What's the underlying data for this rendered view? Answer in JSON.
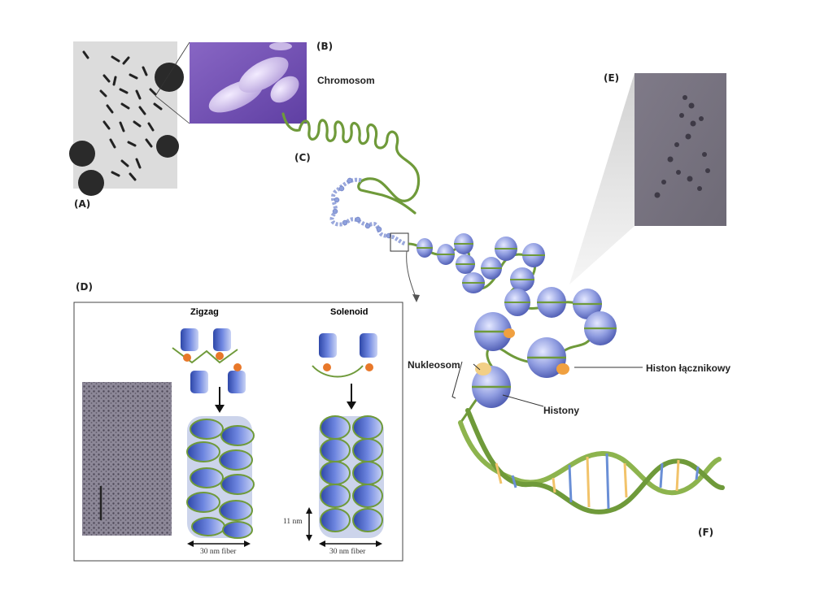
{
  "panels": {
    "a": "(A)",
    "b": "(B)",
    "c": "(C)",
    "d": "(D)",
    "e": "(E)",
    "f": "(F)"
  },
  "labels": {
    "chromosome": "Chromosom",
    "nucleosome": "Nukleosom",
    "linker_histone": "Histon łącznikowy",
    "histones": "Histony"
  },
  "panel_d": {
    "zigzag": "Zigzag",
    "solenoid": "Solenoid",
    "fiber_left": "30 nm fiber",
    "fiber_right": "30 nm fiber",
    "scale_11nm": "11 nm"
  },
  "colors": {
    "dna_green": "#6f9a3a",
    "histone_blue": "#7f8fd6",
    "histone_dark": "#3d4fa8",
    "linker_orange": "#f0a040",
    "sem_purple": "#7a55b8",
    "em_gray": "#7d7a85"
  }
}
